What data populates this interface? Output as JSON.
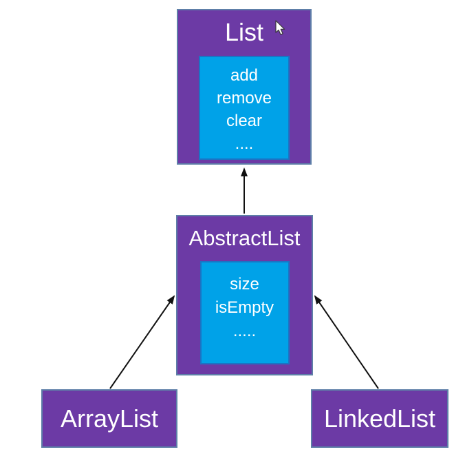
{
  "diagram": {
    "type": "class-hierarchy",
    "classes": [
      {
        "name": "List",
        "members": [
          "add",
          "remove",
          "clear",
          "...."
        ]
      },
      {
        "name": "AbstractList",
        "members": [
          "size",
          "isEmpty",
          "....."
        ]
      },
      {
        "name": "ArrayList",
        "members": []
      },
      {
        "name": "LinkedList",
        "members": []
      }
    ],
    "relationships": [
      {
        "from": "AbstractList",
        "to": "List",
        "type": "extends"
      },
      {
        "from": "ArrayList",
        "to": "AbstractList",
        "type": "extends"
      },
      {
        "from": "LinkedList",
        "to": "AbstractList",
        "type": "extends"
      }
    ]
  },
  "colors": {
    "background": "#FFFFFF",
    "box-fill": "#6C3AA5",
    "box-border": "#5E7FA8",
    "member-fill": "#00A2E8",
    "member-border": "#1B74C4",
    "text": "#FFFFFF",
    "arrow": "#111111"
  },
  "cursor": {
    "visible": true
  }
}
